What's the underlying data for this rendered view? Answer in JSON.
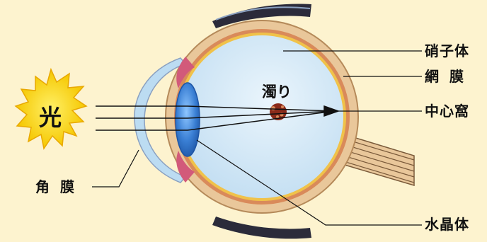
{
  "labels": {
    "light": "光",
    "turbidity": "濁り",
    "vitreous_body": "硝子体",
    "retina_1": "網",
    "retina_2": "膜",
    "fovea": "中心窩",
    "lens": "水晶体",
    "cornea_1": "角",
    "cornea_2": "膜"
  },
  "colors": {
    "background": "#fdf3cf",
    "sun": "#f7d300",
    "eyeball": "#cfe7f6",
    "lens": "#3a7fd4",
    "sclera": "#e9c79a",
    "retina": "#d98a5a",
    "iris": "#d25a7a",
    "turbidity": "#8a2a1a"
  }
}
